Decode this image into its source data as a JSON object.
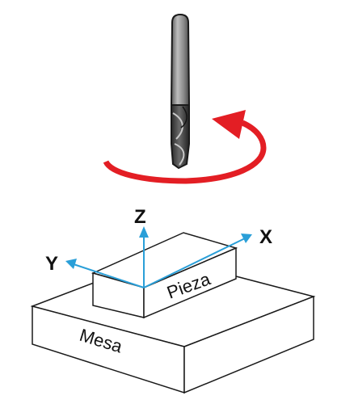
{
  "diagram": {
    "labels": {
      "table": "Mesa",
      "workpiece": "Pieza",
      "axis_x": "X",
      "axis_y": "Y",
      "axis_z": "Z"
    },
    "colors": {
      "axis": "#2a9fd8",
      "rotation_arrow": "#e31e24",
      "outline": "#1a1a1a",
      "tool_body": "#8a8a8a",
      "tool_tip": "#3a3a3a"
    },
    "icons": {
      "tool": "end-mill-icon",
      "rotation": "rotation-arrow-icon"
    }
  }
}
